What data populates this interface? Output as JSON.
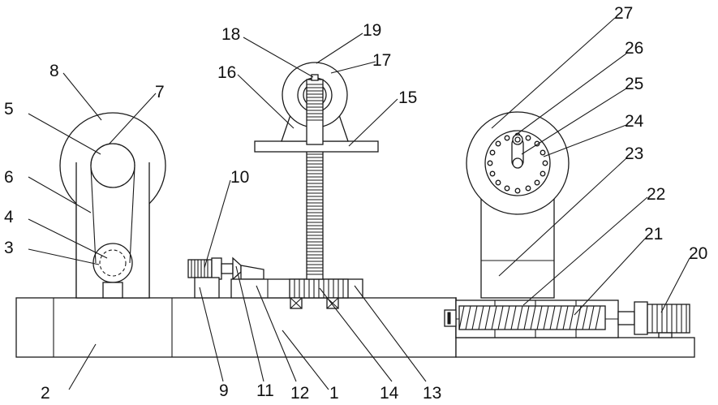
{
  "figure": {
    "callouts": [
      {
        "id": "1",
        "text": "1"
      },
      {
        "id": "2",
        "text": "2"
      },
      {
        "id": "3",
        "text": "3"
      },
      {
        "id": "4",
        "text": "4"
      },
      {
        "id": "5",
        "text": "5"
      },
      {
        "id": "6",
        "text": "6"
      },
      {
        "id": "7",
        "text": "7"
      },
      {
        "id": "8",
        "text": "8"
      },
      {
        "id": "9",
        "text": "9"
      },
      {
        "id": "10",
        "text": "10"
      },
      {
        "id": "11",
        "text": "11"
      },
      {
        "id": "12",
        "text": "12"
      },
      {
        "id": "13",
        "text": "13"
      },
      {
        "id": "14",
        "text": "14"
      },
      {
        "id": "15",
        "text": "15"
      },
      {
        "id": "16",
        "text": "16"
      },
      {
        "id": "17",
        "text": "17"
      },
      {
        "id": "18",
        "text": "18"
      },
      {
        "id": "19",
        "text": "19"
      },
      {
        "id": "20",
        "text": "20"
      },
      {
        "id": "21",
        "text": "21"
      },
      {
        "id": "22",
        "text": "22"
      },
      {
        "id": "23",
        "text": "23"
      },
      {
        "id": "24",
        "text": "24"
      },
      {
        "id": "25",
        "text": "25"
      },
      {
        "id": "26",
        "text": "26"
      },
      {
        "id": "27",
        "text": "27"
      }
    ]
  }
}
